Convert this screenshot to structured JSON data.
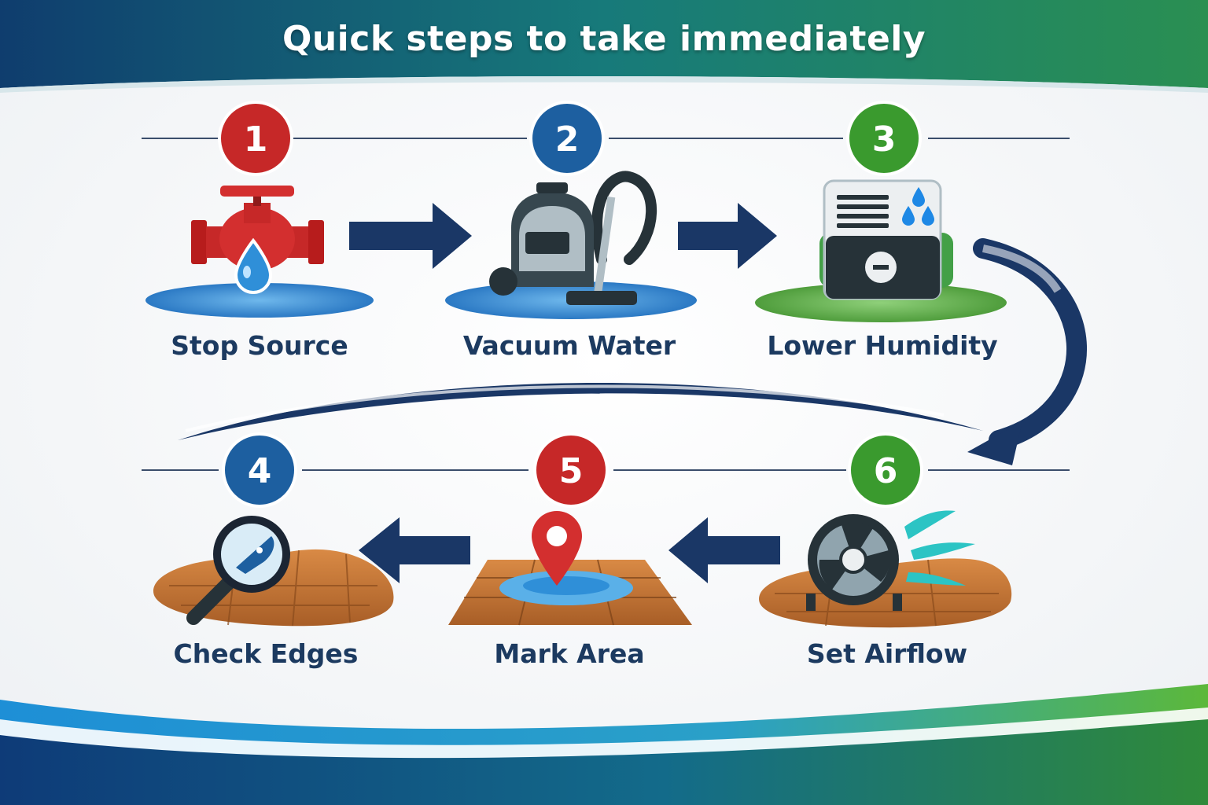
{
  "title": "Quick steps to take immediately",
  "steps": [
    {
      "number": "1",
      "label": "Stop Source",
      "icon": "valve-leak-icon",
      "color": "#c62828"
    },
    {
      "number": "2",
      "label": "Vacuum Water",
      "icon": "wet-vacuum-icon",
      "color": "#1d5fa0"
    },
    {
      "number": "3",
      "label": "Lower Humidity",
      "icon": "dehumidifier-icon",
      "color": "#3a9a2e"
    },
    {
      "number": "4",
      "label": "Check Edges",
      "icon": "magnifier-icon",
      "color": "#1d5fa0"
    },
    {
      "number": "5",
      "label": "Mark Area",
      "icon": "map-pin-icon",
      "color": "#c62828"
    },
    {
      "number": "6",
      "label": "Set Airflow",
      "icon": "fan-icon",
      "color": "#3a9a2e"
    }
  ],
  "colors": {
    "navy": "#1a3766",
    "header_teal": "#1a7d7a",
    "footer_green": "#4caf3a",
    "water_blue": "#2f8fd8",
    "wood": "#c77838"
  }
}
